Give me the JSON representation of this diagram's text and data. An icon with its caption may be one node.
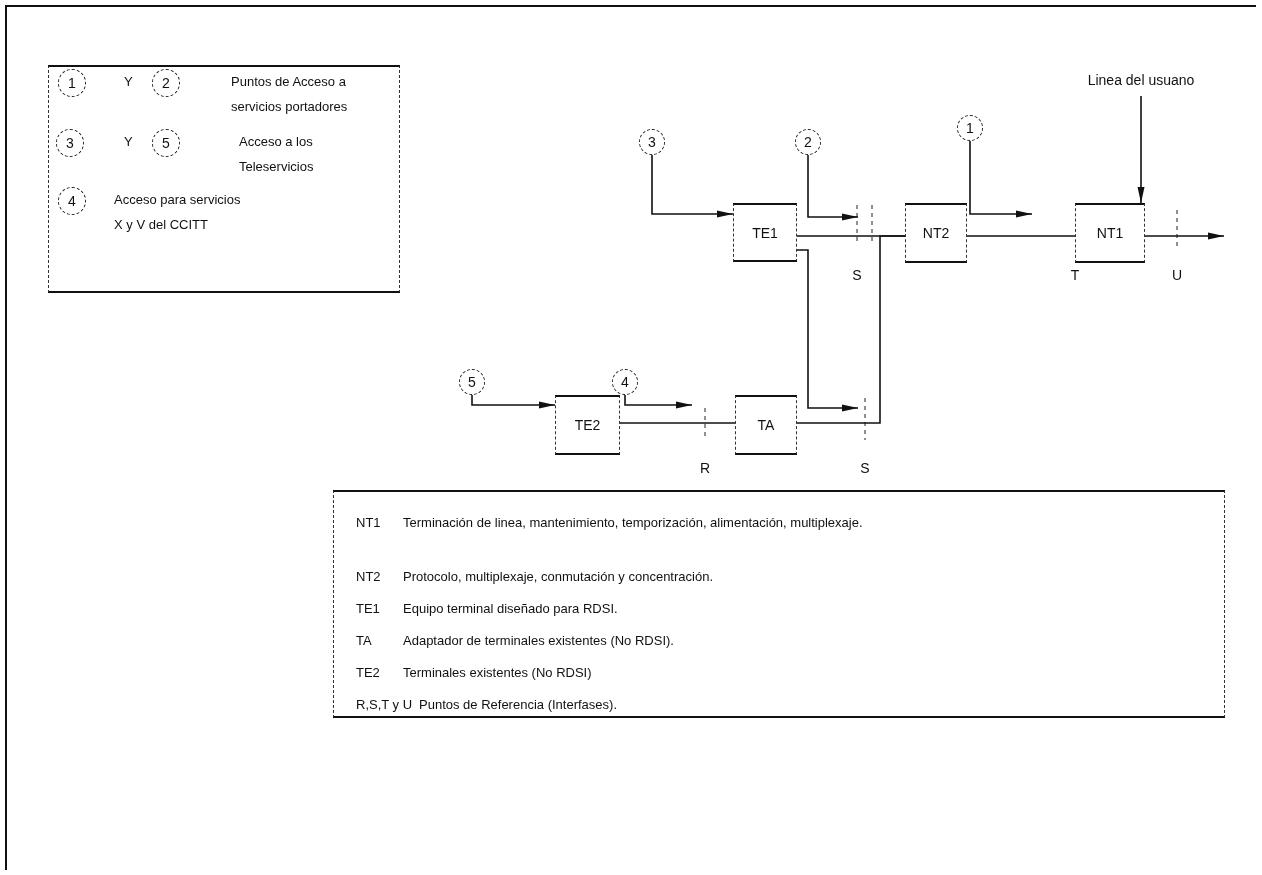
{
  "diagram": {
    "nodes": [
      {
        "text": [
          "Y",
          "Puntos de Acceso a servicios portadores",
          "Y",
          "Acceso a los Teleservicios",
          "Acceso para servicios X y V del CCITT"
        ]
      },
      {
        "text": [
          "1"
        ],
        "in": 0
      },
      {
        "text": [
          "2"
        ],
        "in": 0
      },
      {
        "text": [
          "3"
        ],
        "in": 0
      },
      {
        "text": [
          "5"
        ],
        "in": 0
      },
      {
        "text": [
          "4"
        ],
        "in": 0
      },
      {
        "text": [
          "Linea del usuano"
        ]
      },
      {
        "text": [
          "3"
        ]
      },
      {
        "text": [
          "2"
        ]
      },
      {
        "text": [
          "1"
        ]
      },
      {
        "text": [
          "TE1"
        ]
      },
      {
        "text": [
          "NT2"
        ]
      },
      {
        "text": [
          "NT1"
        ]
      },
      {
        "text": [
          "5"
        ]
      },
      {
        "text": [
          "4"
        ]
      },
      {
        "text": [
          "TE2"
        ]
      },
      {
        "text": [
          "TA"
        ]
      },
      {
        "text": [
          "NT1",
          "Terminación de linea, mantenimiento, temporización, alimentación, multiplexaje.",
          "NT2",
          "Protocolo, multiplexaje, conmutación y concentración.",
          "TE1",
          "Equipo terminal diseñado para RDSI.",
          "TA",
          "Adaptador de terminales existentes (No RDSI).",
          "TE2",
          "Terminales existentes (No RDSI)",
          "R,S,T y U",
          "Puntos de Referencia (Interfases)."
        ]
      }
    ],
    "edges": [
      {
        "from": 7,
        "to": 10,
        "arrow": "to"
      },
      {
        "from": 8,
        "to": null,
        "arrow": "to"
      },
      {
        "from": 9,
        "to": null,
        "arrow": "to"
      },
      {
        "from": 6,
        "to": 12,
        "arrow": "to"
      },
      {
        "from": 10,
        "to": 11,
        "arrow": "none"
      },
      {
        "from": 11,
        "to": 12,
        "arrow": "none"
      },
      {
        "from": 12,
        "to": null,
        "arrow": "to"
      },
      {
        "from": 10,
        "to": null,
        "arrow": "to"
      },
      {
        "from": 13,
        "to": 15,
        "arrow": "to"
      },
      {
        "from": 14,
        "to": null,
        "arrow": "to"
      },
      {
        "from": 15,
        "to": 16,
        "arrow": "none"
      },
      {
        "from": 16,
        "to": 11,
        "arrow": "none"
      }
    ],
    "labels": [
      "S",
      "T",
      "U",
      "R",
      "S"
    ]
  }
}
